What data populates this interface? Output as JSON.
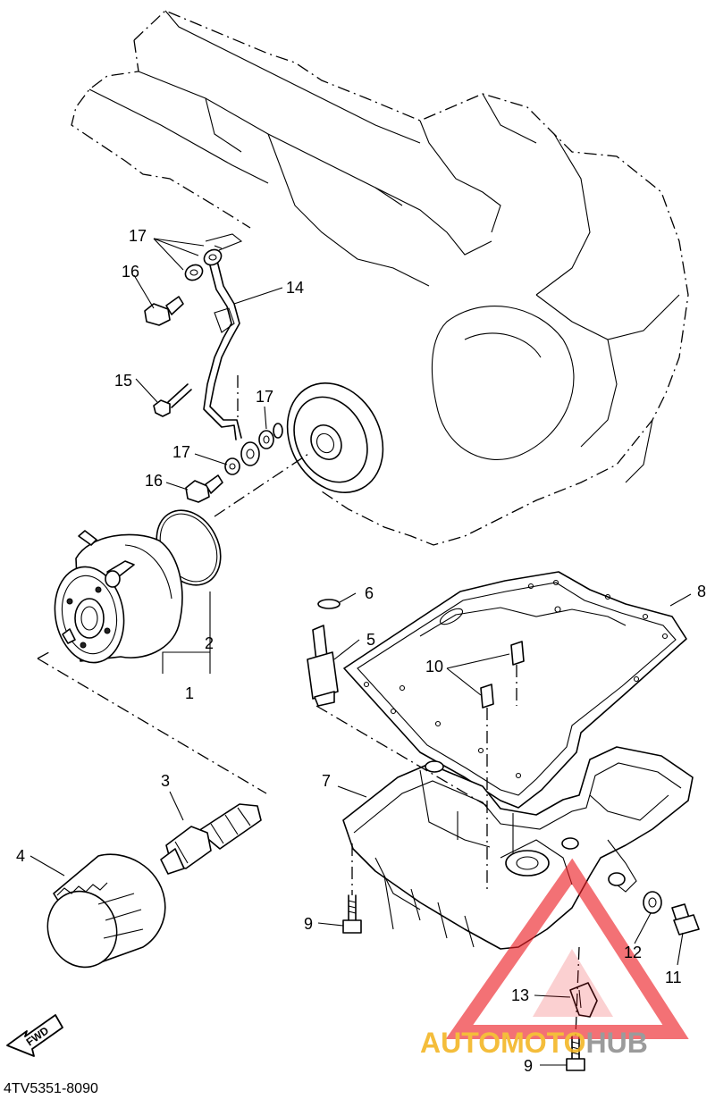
{
  "diagram_code": "4TV5351-8090",
  "fwd_label": "FWD",
  "watermark": {
    "word_a": "AUTOMOTO",
    "word_b": "HUB",
    "color_a": "#f3b21a",
    "color_b": "#8a8a8a",
    "triangle_color": "#ec2027"
  },
  "callouts": [
    "1",
    "2",
    "3",
    "4",
    "5",
    "6",
    "7",
    "8",
    "9",
    "9",
    "10",
    "11",
    "12",
    "13",
    "14",
    "15",
    "16",
    "16",
    "17",
    "17",
    "17"
  ]
}
